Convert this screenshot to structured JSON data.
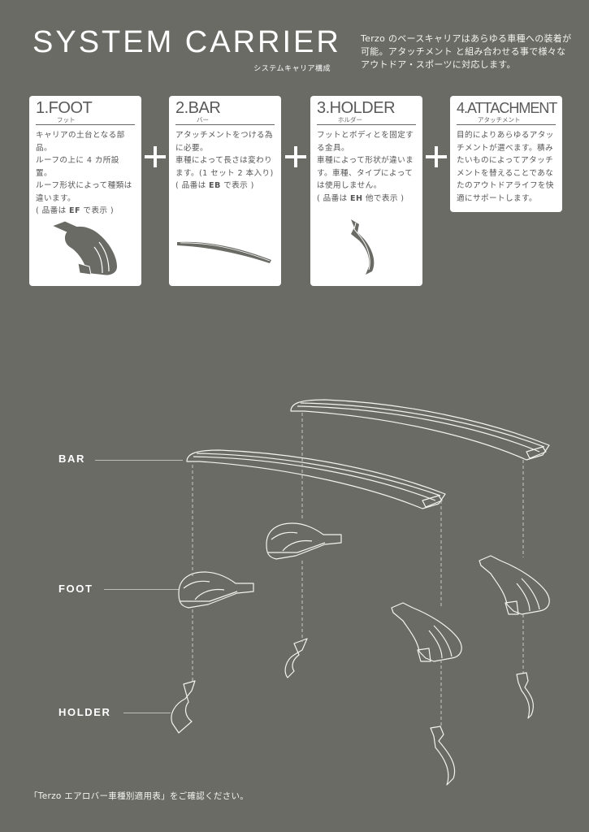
{
  "header": {
    "title": "SYSTEM CARRIER",
    "subtitle": "システムキャリア構成",
    "intro_lines": [
      "Terzo のベースキャリアはあらゆる車種への装着が",
      "可能。アタッチメント と組み合わせる事で様々な",
      "アウトドア・スポーツに対応します。"
    ]
  },
  "cards": [
    {
      "heading": "1.FOOT",
      "kana": "フット",
      "lines": [
        "キャリアの土台となる部品。",
        "ルーフの上に 4 カ所設置。",
        "ルーフ形状によって種類は",
        "違います。"
      ],
      "code_prefix": "( 品番は ",
      "code": "EF",
      "code_suffix": " で表示 )",
      "illustration": "foot-icon"
    },
    {
      "heading": "2.BAR",
      "kana": "バー",
      "lines": [
        "アタッチメントをつける為",
        "に必要。",
        "車種によって長さは変わり",
        "ます。(1 セット 2 本入り)"
      ],
      "code_prefix": "( 品番は ",
      "code": "EB",
      "code_suffix": " で表示 )",
      "illustration": "bar-icon"
    },
    {
      "heading": "3.HOLDER",
      "kana": "ホルダー",
      "lines": [
        "フットとボディとを固定す",
        "る金具。",
        "車種によって形状が違いま",
        "す。車種、タイプによって",
        "は使用しません。"
      ],
      "code_prefix": "( 品番は ",
      "code": "EH",
      "code_suffix": " 他で表示 )",
      "illustration": "holder-icon"
    },
    {
      "heading": "4.ATTACHMENT",
      "kana": "アタッチメント",
      "lines": [
        "目的によりあらゆるアタッ",
        "チメントが選べます。積み",
        "たいものによってアタッチ",
        "メントを替えることであな",
        "たのアウトドアライフを快",
        "適にサポートします。"
      ]
    }
  ],
  "plus_symbol": "+",
  "diagram": {
    "labels": {
      "bar": "BAR",
      "foot": "FOOT",
      "holder": "HOLDER"
    }
  },
  "footnote": "「Terzo エアロバー車種別適用表」をご確認ください。",
  "colors": {
    "background": "#6b6b66",
    "card": "#ffffff",
    "card_text": "#555555",
    "line_art": "#f2f2ee"
  }
}
